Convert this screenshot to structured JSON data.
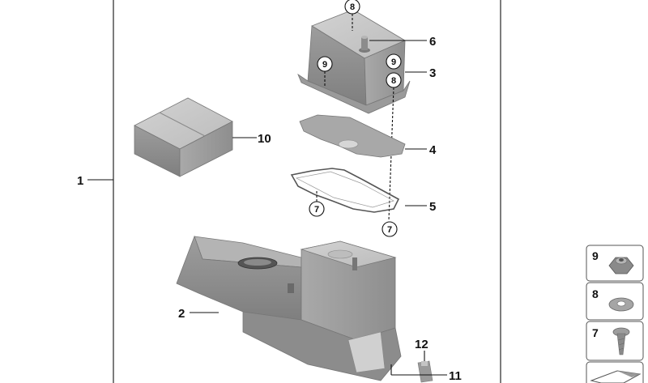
{
  "diagram": {
    "labels": {
      "part_1": "1",
      "part_2": "2",
      "part_3": "3",
      "part_4": "4",
      "part_5": "5",
      "part_6": "6",
      "part_10": "10",
      "part_11": "11",
      "part_12": "12"
    },
    "circled": {
      "c8_top": "8",
      "c9_left": "9",
      "c9_right": "9",
      "c8_right": "8",
      "c7_left": "7",
      "c7_right": "7"
    },
    "legend": [
      {
        "number": "9",
        "part": "hex-nut"
      },
      {
        "number": "8",
        "part": "washer"
      },
      {
        "number": "7",
        "part": "screw"
      }
    ]
  }
}
